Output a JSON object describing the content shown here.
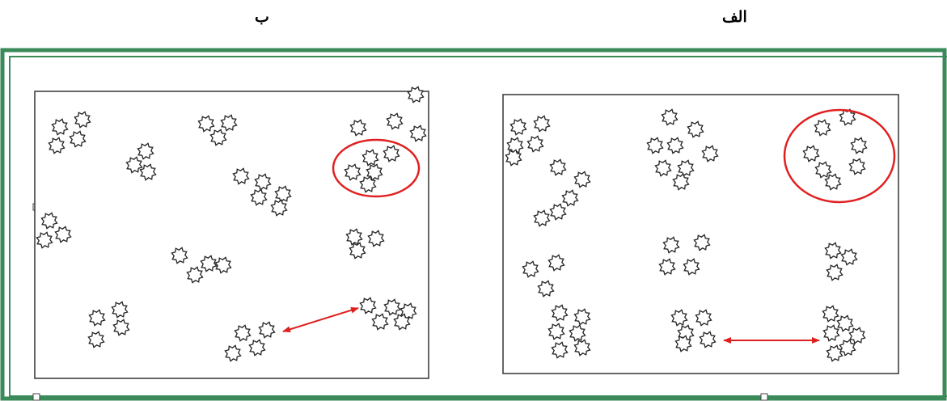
{
  "labels": {
    "panel_left": "ب",
    "panel_right": "الف"
  },
  "colors": {
    "frame": "#3a8a5a",
    "highlight": "#e02020",
    "ink": "#222222",
    "panel_border": "#333333"
  },
  "panels": [
    {
      "id": "panel-b",
      "label_ref": "panel_left",
      "clusters": 12,
      "highlighted_clusters": 1,
      "arrows": 1
    },
    {
      "id": "panel-alef",
      "label_ref": "panel_right",
      "clusters": 10,
      "highlighted_clusters": 1,
      "arrows": 1
    }
  ]
}
